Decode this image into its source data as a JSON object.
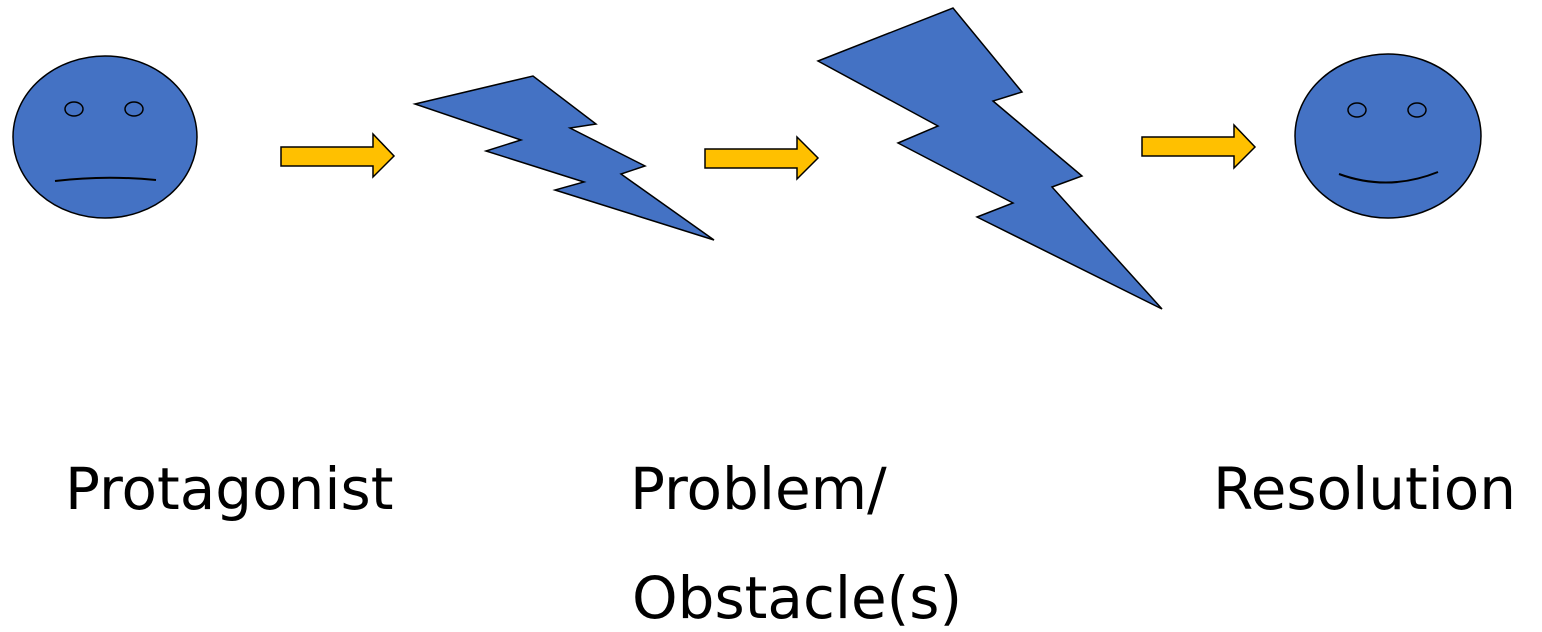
{
  "labels": {
    "protagonist": "Protagonist",
    "problem_line1": "Problem/",
    "problem_line2": "Obstacle(s)",
    "resolution": "Resolution"
  },
  "colors": {
    "shape_fill": "#4472C4",
    "arrow_fill": "#FFC000",
    "outline": "#000000",
    "background": "#FFFFFF"
  },
  "icons": {
    "protagonist": "sad-face-icon",
    "obstacle_small": "lightning-bolt-icon",
    "obstacle_large": "lightning-bolt-icon",
    "resolution": "smiley-face-icon",
    "connector": "right-arrow-icon"
  }
}
